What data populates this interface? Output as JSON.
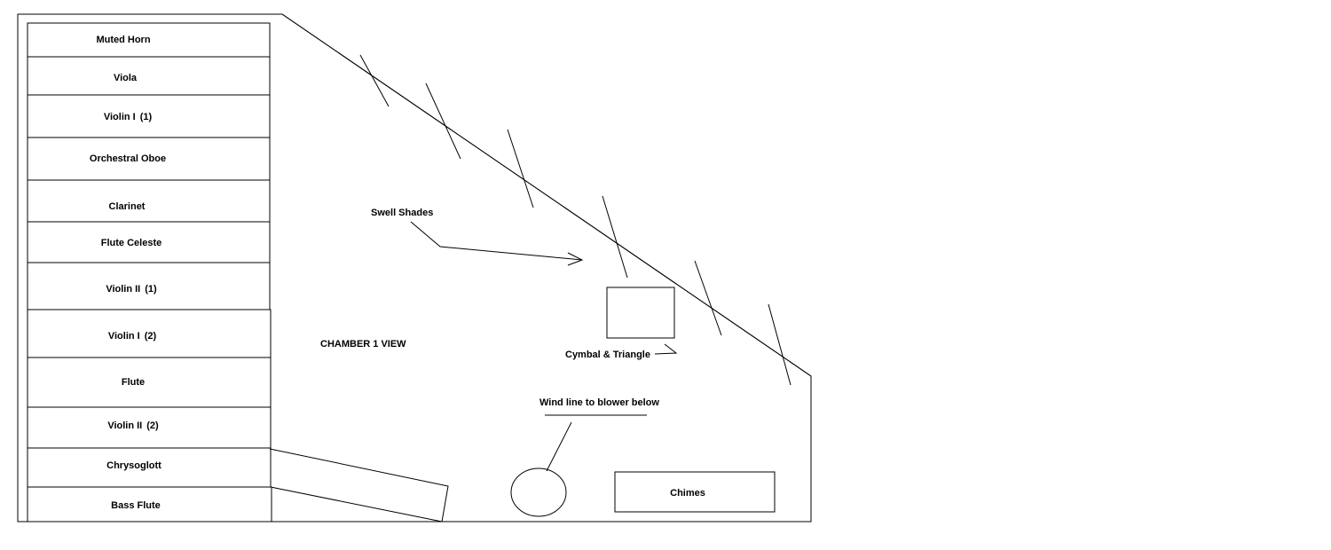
{
  "ranks": [
    {
      "name": "Muted Horn",
      "num": ""
    },
    {
      "name": "Viola",
      "num": ""
    },
    {
      "name": "Violin I",
      "num": "(1)"
    },
    {
      "name": "Orchestral Oboe",
      "num": ""
    },
    {
      "name": "Clarinet",
      "num": ""
    },
    {
      "name": "Flute Celeste",
      "num": ""
    },
    {
      "name": "Violin II",
      "num": "(1)"
    },
    {
      "name": "Violin I",
      "num": "(2)"
    },
    {
      "name": "Flute",
      "num": ""
    },
    {
      "name": "Violin II",
      "num": "(2)"
    },
    {
      "name": "Chrysoglott",
      "num": ""
    },
    {
      "name": "Bass Flute",
      "num": ""
    }
  ],
  "labels": {
    "swell_shades": "Swell Shades",
    "chamber_view": "CHAMBER 1 VIEW",
    "cymbal_triangle": "Cymbal & Triangle",
    "wind_line": "Wind line to blower below",
    "chimes": "Chimes"
  }
}
